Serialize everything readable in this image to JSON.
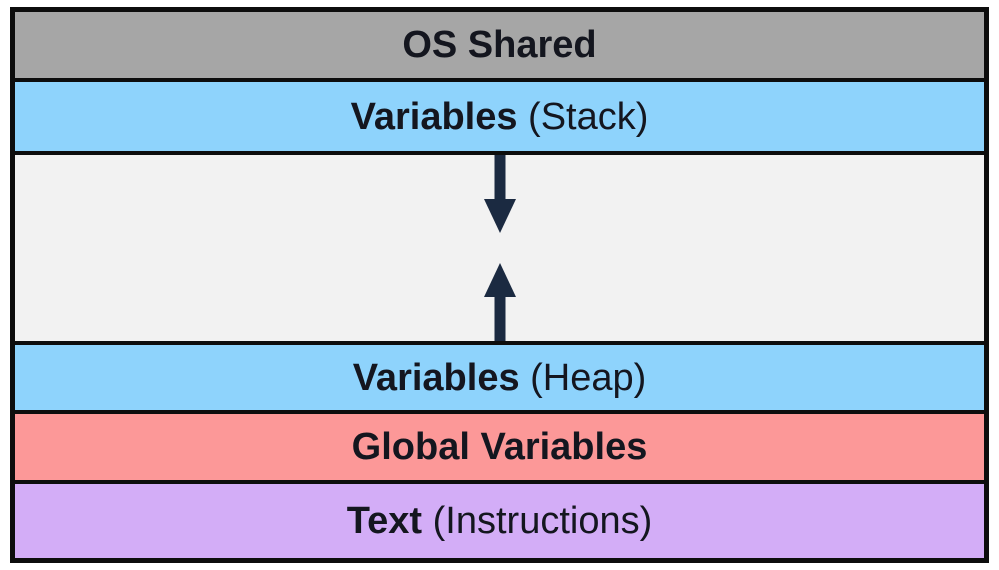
{
  "colors": {
    "border": "#0d0d0d",
    "text": "#14161f",
    "arrow": "#1b2a41",
    "os_shared_bg": "#a6a6a6",
    "stack_bg": "#8ed3fc",
    "growth_bg": "#f2f2f2",
    "heap_bg": "#8ed3fc",
    "global_bg": "#fc9898",
    "text_segment_bg": "#d3adf7"
  },
  "bands": [
    {
      "bold": "OS Shared",
      "regular": "",
      "bg": "#a6a6a6"
    },
    {
      "bold": "Variables",
      "regular": " (Stack)",
      "bg": "#8ed3fc"
    },
    {
      "bold": "",
      "regular": "",
      "bg": "#f2f2f2"
    },
    {
      "bold": "Variables",
      "regular": " (Heap)",
      "bg": "#8ed3fc"
    },
    {
      "bold": "Global Variables",
      "regular": "",
      "bg": "#fc9898"
    },
    {
      "bold": "Text",
      "regular": " (Instructions)",
      "bg": "#d3adf7"
    }
  ],
  "icons": {
    "down_arrow": "stack-growth-down-arrow",
    "up_arrow": "heap-growth-up-arrow"
  }
}
